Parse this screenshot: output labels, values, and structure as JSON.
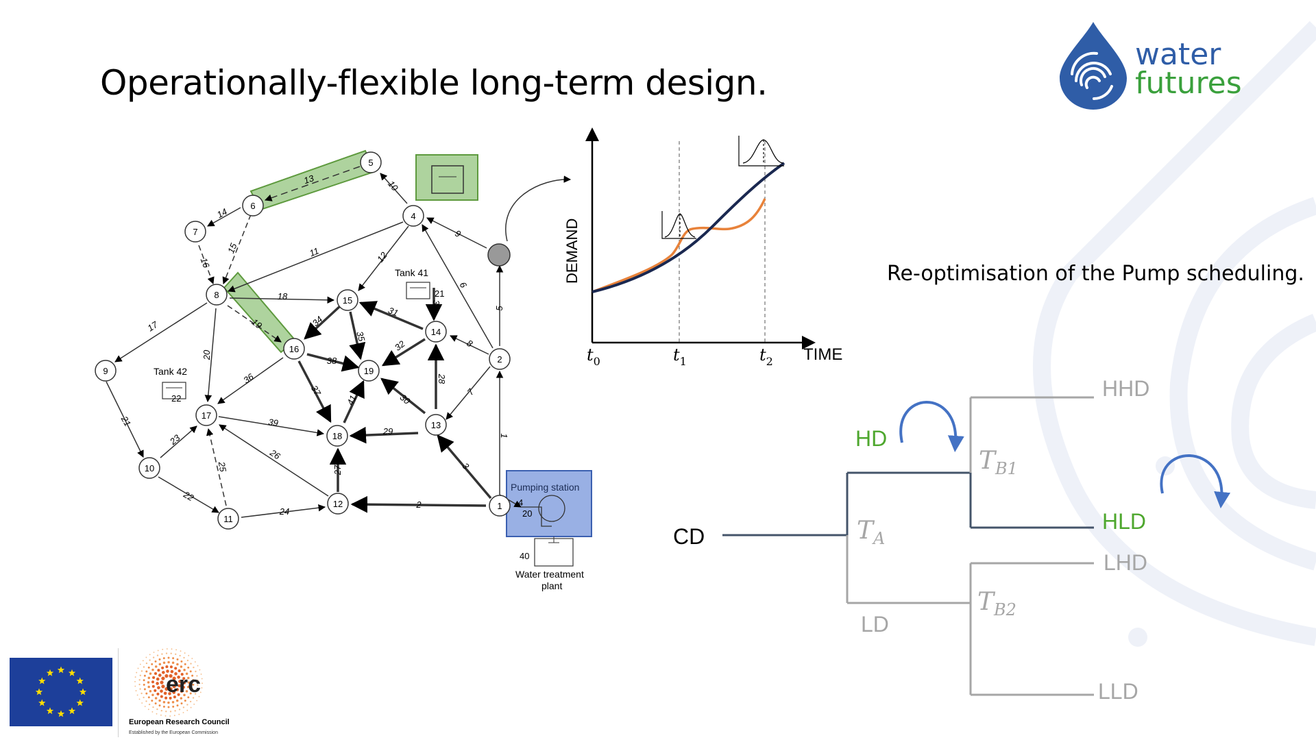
{
  "slide": {
    "title": "Operationally-flexible long-term design.",
    "right_text": "Re-optimisation of the Pump scheduling."
  },
  "logo": {
    "line1": "water",
    "line2": "futures",
    "drop_color": "#2f5da7",
    "futures_color": "#3aa03c"
  },
  "colors": {
    "highlight_green": "#93c47d",
    "highlight_blue": "#6d8fd8",
    "curve_navy": "#1a2850",
    "curve_orange": "#e8823a",
    "tree_dark": "#44546a",
    "tree_gray": "#a6a6a6",
    "label_green": "#4ea72e",
    "arrow_blue": "#4472c4"
  },
  "network": {
    "nodes": [
      {
        "id": "1"
      },
      {
        "id": "2"
      },
      {
        "id": "4"
      },
      {
        "id": "5"
      },
      {
        "id": "6"
      },
      {
        "id": "7"
      },
      {
        "id": "8"
      },
      {
        "id": "9"
      },
      {
        "id": "10"
      },
      {
        "id": "11"
      },
      {
        "id": "12"
      },
      {
        "id": "13"
      },
      {
        "id": "14"
      },
      {
        "id": "15"
      },
      {
        "id": "16"
      },
      {
        "id": "17"
      },
      {
        "id": "18"
      },
      {
        "id": "19"
      }
    ],
    "links": [
      {
        "id": "1"
      },
      {
        "id": "2"
      },
      {
        "id": "3"
      },
      {
        "id": "5"
      },
      {
        "id": "6"
      },
      {
        "id": "7"
      },
      {
        "id": "8"
      },
      {
        "id": "9"
      },
      {
        "id": "10"
      },
      {
        "id": "11"
      },
      {
        "id": "12"
      },
      {
        "id": "13"
      },
      {
        "id": "14"
      },
      {
        "id": "15"
      },
      {
        "id": "16"
      },
      {
        "id": "17"
      },
      {
        "id": "18"
      },
      {
        "id": "19"
      },
      {
        "id": "20"
      },
      {
        "id": "21"
      },
      {
        "id": "22"
      },
      {
        "id": "23"
      },
      {
        "id": "24"
      },
      {
        "id": "25"
      },
      {
        "id": "26"
      },
      {
        "id": "27"
      },
      {
        "id": "28"
      },
      {
        "id": "29"
      },
      {
        "id": "30"
      },
      {
        "id": "31"
      },
      {
        "id": "32"
      },
      {
        "id": "33"
      },
      {
        "id": "34"
      },
      {
        "id": "35"
      },
      {
        "id": "36"
      },
      {
        "id": "37"
      },
      {
        "id": "38"
      },
      {
        "id": "39"
      },
      {
        "id": "41"
      }
    ],
    "tank41": {
      "label": "Tank 41",
      "id": "21"
    },
    "tank42": {
      "label": "Tank 42",
      "id": "22"
    },
    "pumping_station": {
      "label": "Pumping station",
      "pump_ids": [
        "4",
        "20"
      ]
    },
    "treatment_plant": {
      "label_line1": "Water treatment",
      "label_line2": "plant",
      "id": "40"
    }
  },
  "demand_chart": {
    "ylabel": "DEMAND",
    "xlabel": "TIME",
    "ticks": [
      {
        "base": "t",
        "sub": "0"
      },
      {
        "base": "t",
        "sub": "1"
      },
      {
        "base": "t",
        "sub": "2"
      }
    ]
  },
  "tree": {
    "root": "CD",
    "stage_a": {
      "base": "T",
      "sub": "A"
    },
    "stage_b1": {
      "base": "T",
      "sub": "B1"
    },
    "stage_b2": {
      "base": "T",
      "sub": "B2"
    },
    "hd": "HD",
    "ld": "LD",
    "hhd": "HHD",
    "hld": "HLD",
    "lhd": "LHD",
    "lld": "LLD"
  },
  "erc": {
    "wordmark": "erc",
    "title": "European Research Council",
    "subtitle": "Established by the European Commission"
  }
}
